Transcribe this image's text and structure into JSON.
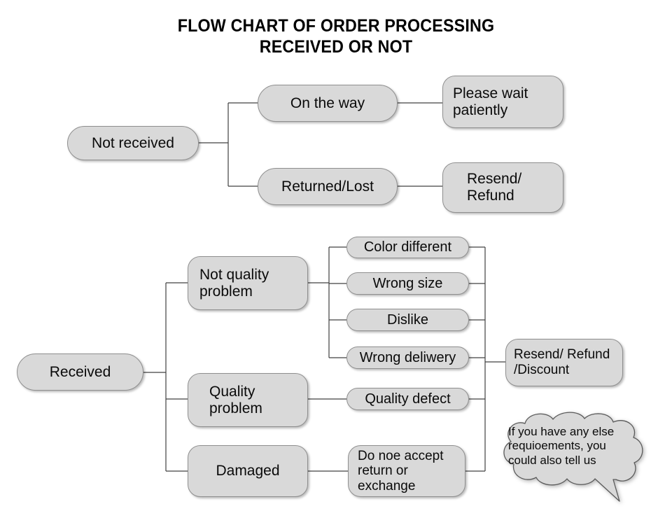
{
  "title": {
    "line1": "FLOW CHART OF ORDER PROCESSING",
    "line2": "RECEIVED OR NOT"
  },
  "style": {
    "node_fill": "#d9d9d9",
    "node_border": "#8f8f8f",
    "line_color": "#404040",
    "text_color": "#0a0a0a",
    "background": "#ffffff"
  },
  "chart_data": {
    "type": "diagram",
    "title": "FLOW CHART OF ORDER PROCESSING RECEIVED OR NOT",
    "layout": "left-to-right tree with bracket connectors",
    "nodes": [
      {
        "id": "not_received",
        "label": "Not received"
      },
      {
        "id": "on_the_way",
        "label": "On the way"
      },
      {
        "id": "returned_lost",
        "label": "Returned/Lost"
      },
      {
        "id": "please_wait",
        "label": "Please wait\npatiently"
      },
      {
        "id": "resend_refund",
        "label": "Resend/\nRefund"
      },
      {
        "id": "received",
        "label": "Received"
      },
      {
        "id": "not_quality_problem",
        "label": "Not quality\nproblem"
      },
      {
        "id": "quality_problem",
        "label": "Quality\nproblem"
      },
      {
        "id": "damaged",
        "label": "Damaged"
      },
      {
        "id": "color_different",
        "label": "Color different"
      },
      {
        "id": "wrong_size",
        "label": "Wrong size"
      },
      {
        "id": "dislike",
        "label": "Dislike"
      },
      {
        "id": "wrong_deliwery",
        "label": "Wrong deliwery"
      },
      {
        "id": "quality_defect",
        "label": "Quality defect"
      },
      {
        "id": "do_noe_accept",
        "label": "Do noe accept\nreturn or\nexchange"
      },
      {
        "id": "resend_refund_discount",
        "label": "Resend/ Refund\n/Discount"
      },
      {
        "id": "callout",
        "label": "If you have any else requioements, you could also tell us"
      }
    ],
    "edges": [
      [
        "not_received",
        "on_the_way"
      ],
      [
        "not_received",
        "returned_lost"
      ],
      [
        "on_the_way",
        "please_wait"
      ],
      [
        "returned_lost",
        "resend_refund"
      ],
      [
        "received",
        "not_quality_problem"
      ],
      [
        "received",
        "quality_problem"
      ],
      [
        "received",
        "damaged"
      ],
      [
        "not_quality_problem",
        "color_different"
      ],
      [
        "not_quality_problem",
        "wrong_size"
      ],
      [
        "not_quality_problem",
        "dislike"
      ],
      [
        "not_quality_problem",
        "wrong_deliwery"
      ],
      [
        "quality_problem",
        "quality_defect"
      ],
      [
        "damaged",
        "do_noe_accept"
      ],
      [
        "color_different",
        "resend_refund_discount"
      ],
      [
        "wrong_size",
        "resend_refund_discount"
      ],
      [
        "dislike",
        "resend_refund_discount"
      ],
      [
        "wrong_deliwery",
        "resend_refund_discount"
      ],
      [
        "quality_defect",
        "resend_refund_discount"
      ],
      [
        "do_noe_accept",
        "resend_refund_discount"
      ]
    ]
  },
  "nodes": {
    "not_received": "Not received",
    "on_the_way": "On the way",
    "returned_lost": "Returned/Lost",
    "please_wait_l1": "Please wait",
    "please_wait_l2": "patiently",
    "resend_refund_l1": "Resend/",
    "resend_refund_l2": "Refund",
    "received": "Received",
    "not_quality_problem_l1": "Not quality",
    "not_quality_problem_l2": "problem",
    "quality_problem_l1": "Quality",
    "quality_problem_l2": "problem",
    "damaged": "Damaged",
    "color_different": "Color different",
    "wrong_size": "Wrong size",
    "dislike": "Dislike",
    "wrong_deliwery": "Wrong deliwery",
    "quality_defect": "Quality defect",
    "do_noe_accept_l1": "Do noe accept",
    "do_noe_accept_l2": "return or",
    "do_noe_accept_l3": "exchange",
    "resend_refund_discount_l1": "Resend/ Refund",
    "resend_refund_discount_l2": "/Discount"
  },
  "callout": {
    "line1": "If you have any else",
    "line2": "requioements, you",
    "line3": "could also tell us"
  }
}
